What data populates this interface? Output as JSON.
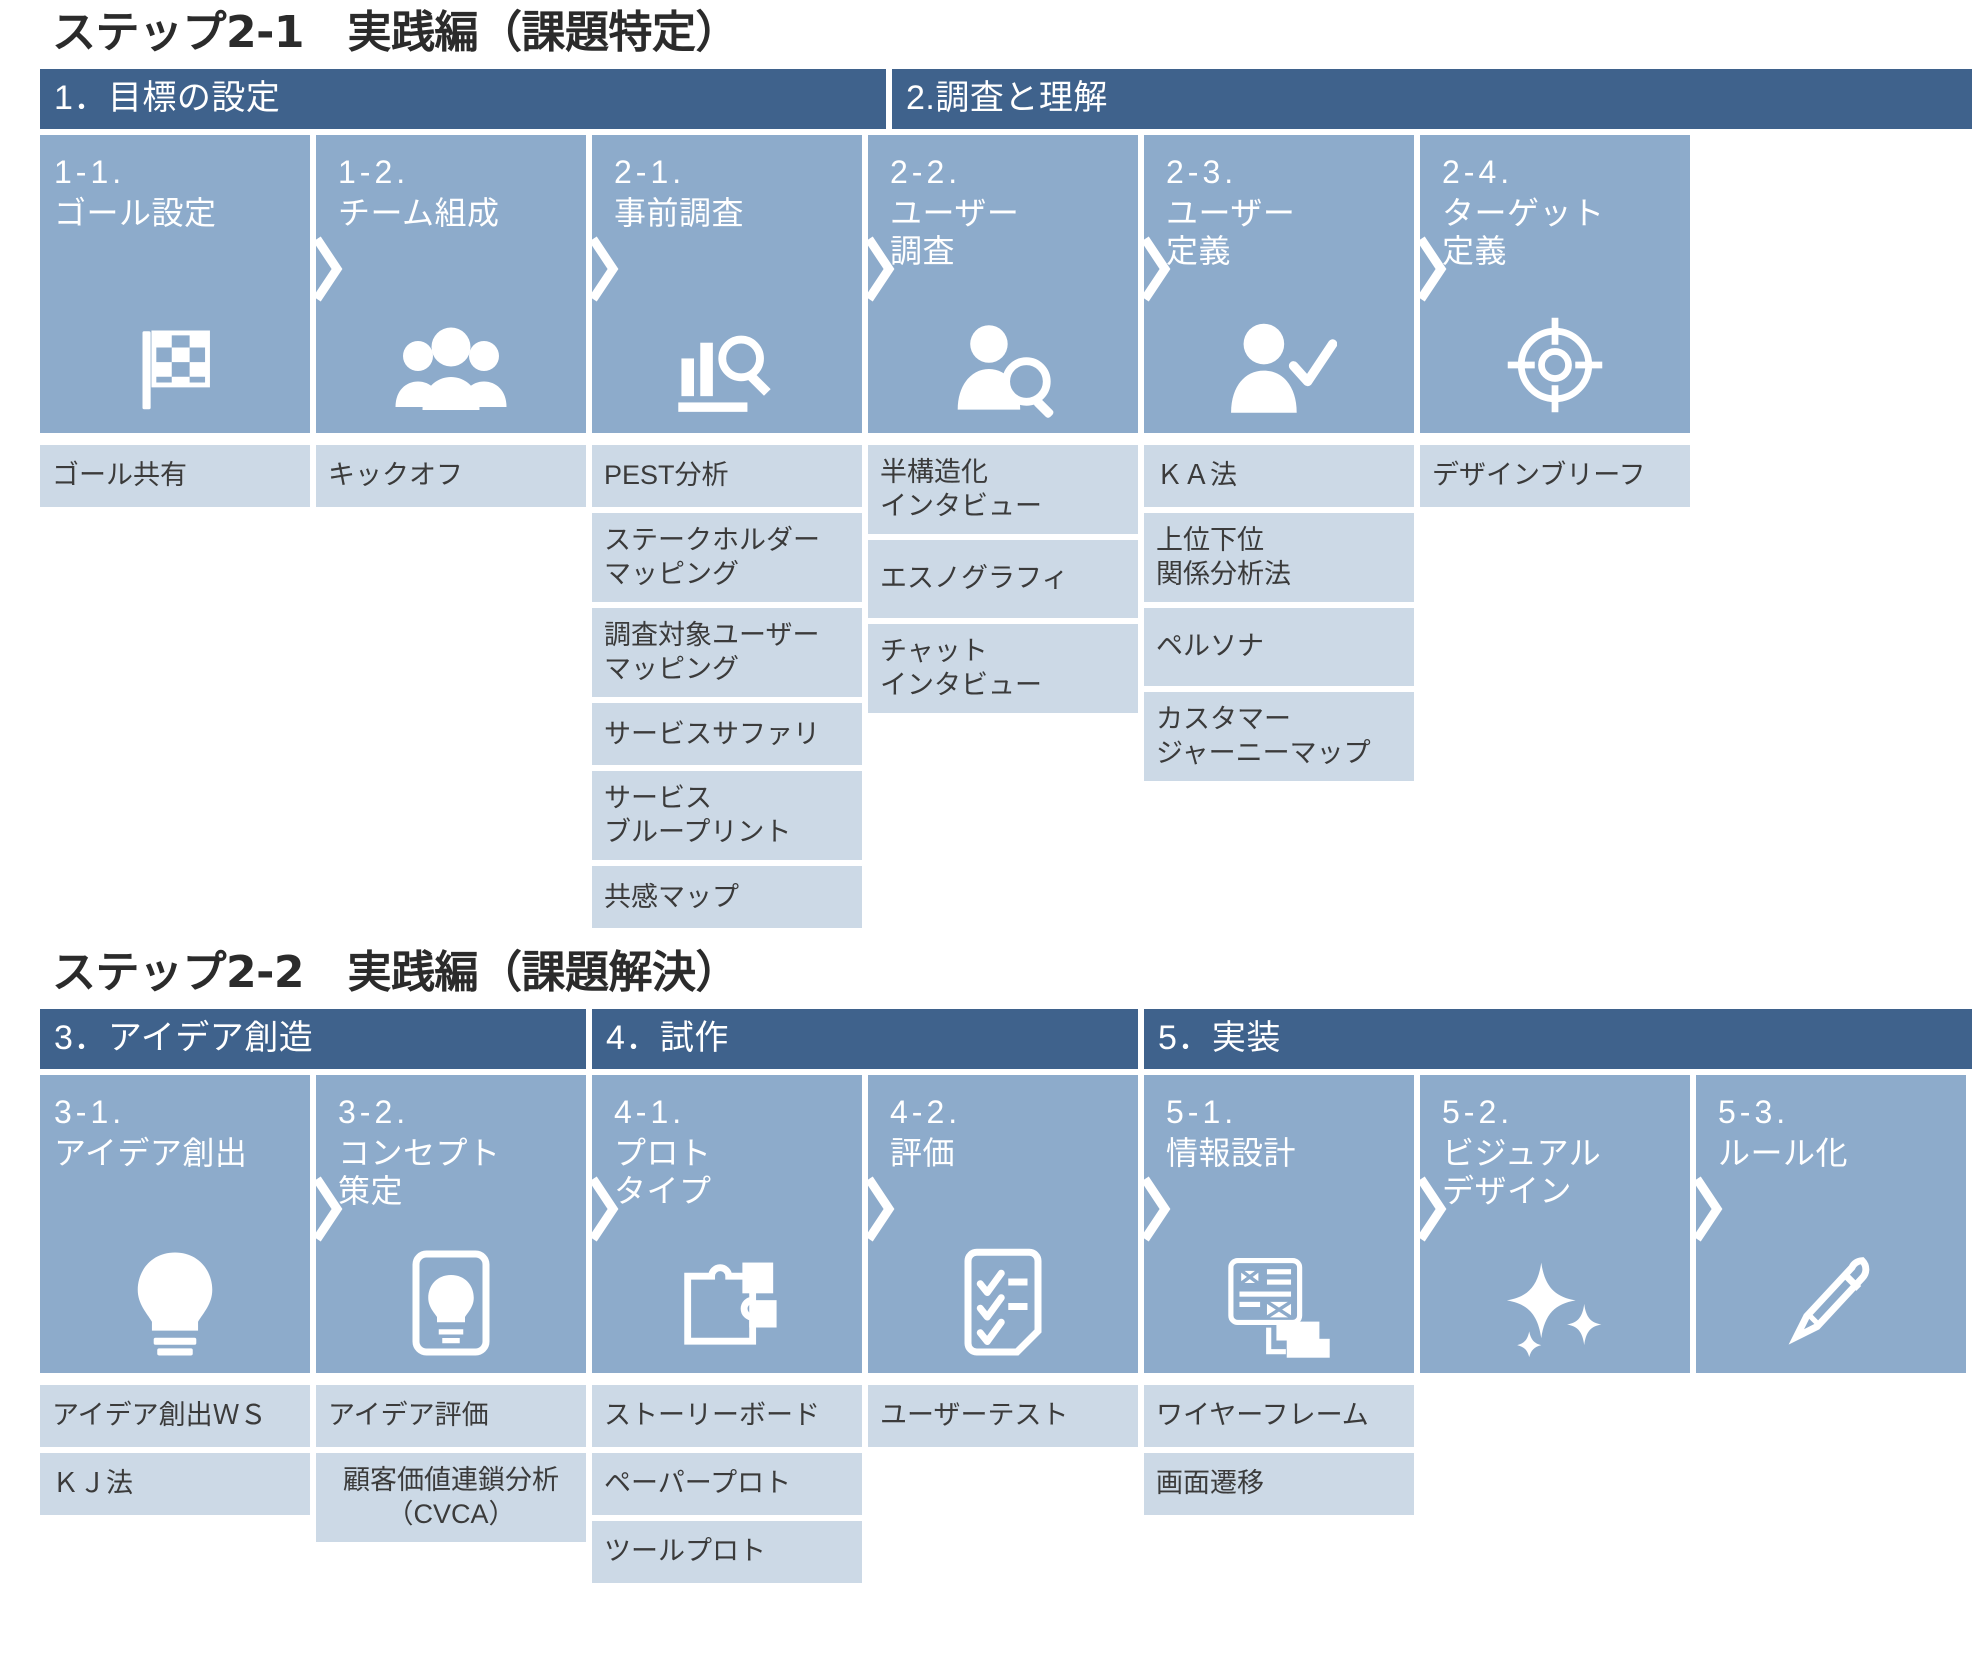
{
  "colors": {
    "phase_band": "#3f628c",
    "step_card": "#8dabcb",
    "tag": "#ccd9e6",
    "title_text": "#2b2b2b",
    "card_text": "#ffffff"
  },
  "section1": {
    "title": "ステップ2-1　実践編（課題特定）",
    "phases": [
      {
        "label": "1．目標の設定"
      },
      {
        "label": "2.調査と理解"
      }
    ],
    "steps": [
      {
        "num": "1-1.",
        "label": "ゴール設定",
        "icon": "checkered-flag-icon",
        "tags": [
          "ゴール共有"
        ]
      },
      {
        "num": "1-2.",
        "label": "チーム組成",
        "icon": "team-people-icon",
        "tags": [
          "キックオフ"
        ]
      },
      {
        "num": "2-1.",
        "label": "事前調査",
        "icon": "bar-chart-search-icon",
        "tags": [
          "PEST分析",
          "ステークホルダー\nマッピング",
          "調査対象ユーザー\nマッピング",
          "サービスサファリ",
          "サービス\nブループリント",
          "共感マップ"
        ]
      },
      {
        "num": "2-2.",
        "label": "ユーザー\n調査",
        "icon": "person-search-icon",
        "tags": [
          "半構造化\nインタビュー",
          "エスノグラフィ",
          "チャット\nインタビュー"
        ]
      },
      {
        "num": "2-3.",
        "label": "ユーザー\n定義",
        "icon": "person-check-icon",
        "tags": [
          "ＫＡ法",
          "上位下位\n関係分析法",
          "ペルソナ",
          "カスタマー\nジャーニーマップ"
        ]
      },
      {
        "num": "2-4.",
        "label": "ターゲット\n定義",
        "icon": "target-crosshair-icon",
        "tags": [
          "デザインブリーフ"
        ]
      }
    ]
  },
  "section2": {
    "title": "ステップ2-2　実践編（課題解決）",
    "phases": [
      {
        "label": "3．アイデア創造"
      },
      {
        "label": "4．試作"
      },
      {
        "label": "5．実装"
      }
    ],
    "steps": [
      {
        "num": "3-1.",
        "label": "アイデア創出",
        "icon": "lightbulb-icon",
        "tags": [
          "アイデア創出ＷＳ",
          "ＫＪ法"
        ]
      },
      {
        "num": "3-2.",
        "label": "コンセプト\n策定",
        "icon": "document-lightbulb-icon",
        "tags": [
          "アイデア評価",
          "顧客価値連鎖分析\n（CVCA）"
        ]
      },
      {
        "num": "4-1.",
        "label": "プロト\nタイプ",
        "icon": "puzzle-icon",
        "tags": [
          "ストーリーボード",
          "ペーパープロト",
          "ツールプロト"
        ]
      },
      {
        "num": "4-2.",
        "label": "評価",
        "icon": "checklist-document-icon",
        "tags": [
          "ユーザーテスト"
        ]
      },
      {
        "num": "5-1.",
        "label": "情報設計",
        "icon": "wireframe-icon",
        "tags": [
          "ワイヤーフレーム",
          "画面遷移"
        ]
      },
      {
        "num": "5-2.",
        "label": "ビジュアル\nデザイン",
        "icon": "sparkles-icon",
        "tags": []
      },
      {
        "num": "5-3.",
        "label": "ルール化",
        "icon": "pen-icon",
        "tags": []
      }
    ]
  }
}
